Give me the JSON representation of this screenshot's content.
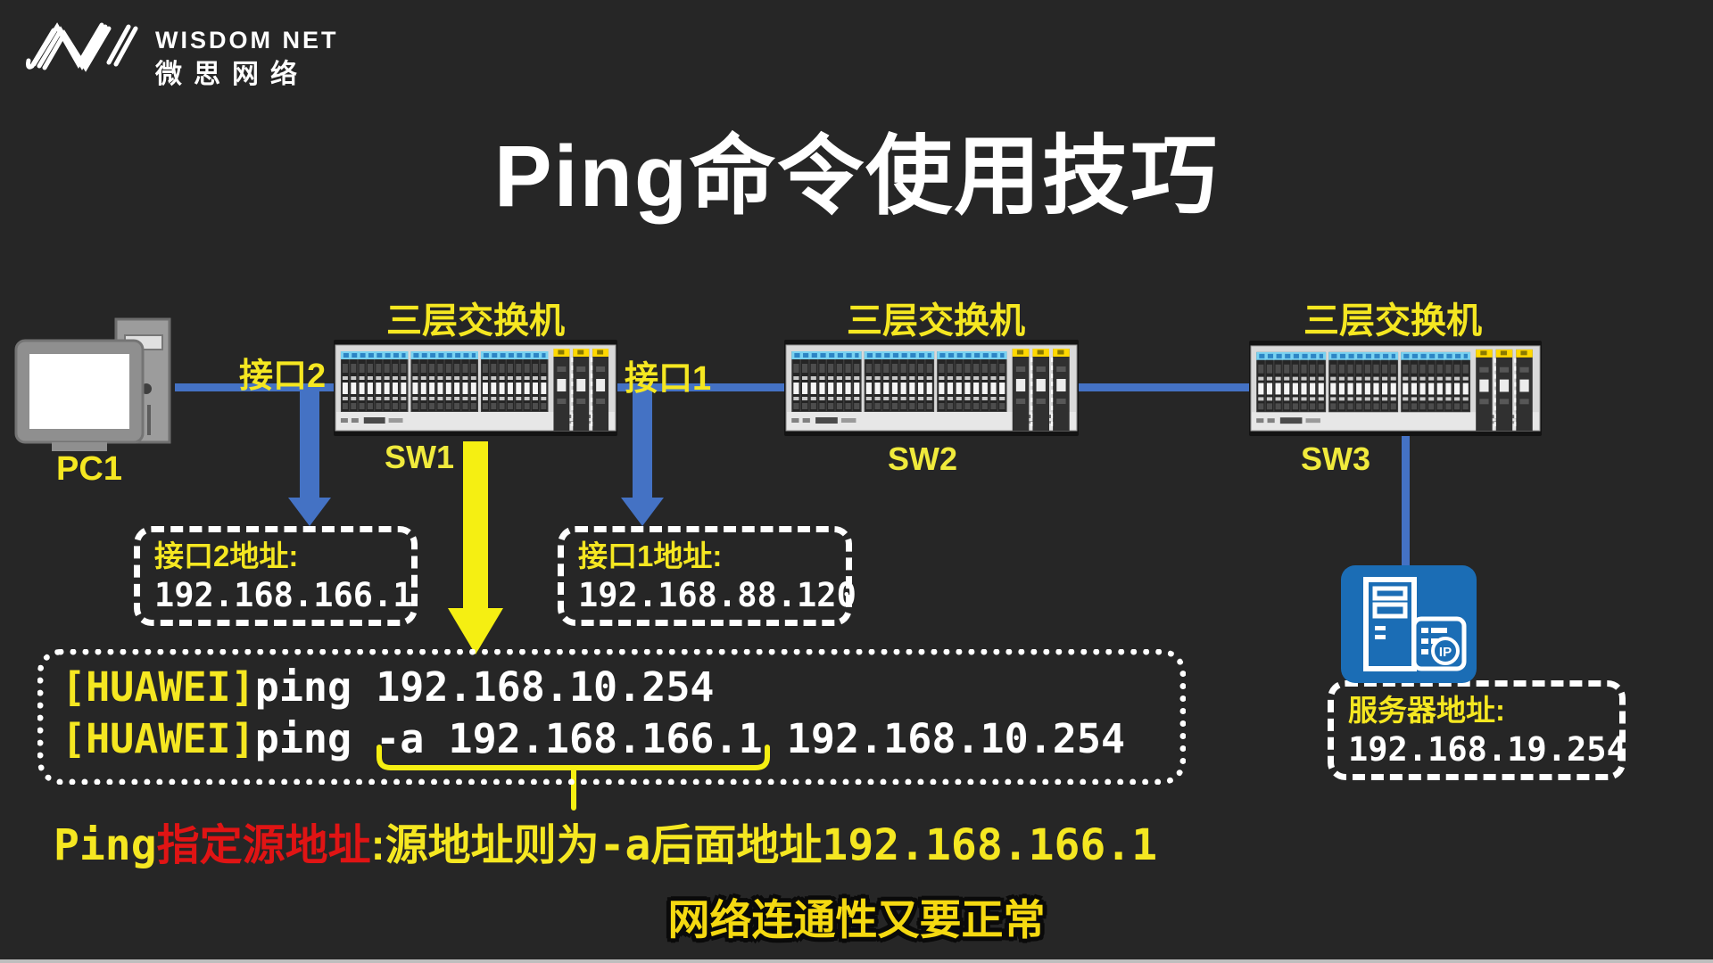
{
  "colors": {
    "background": "#262626",
    "accent_yellow": "#f5e721",
    "accent_red": "#e01414",
    "line_blue": "#4472c4",
    "server_blue": "#1b6db5",
    "text_white": "#ffffff"
  },
  "logo": {
    "brand": "WISDOM NET",
    "brand_cn": "微思网络"
  },
  "title": {
    "text": "Ping命令使用技巧"
  },
  "topology": {
    "switch_type_label": "三层交换机",
    "pc_label": "PC1",
    "port2_label": "接口2",
    "port1_label": "接口1",
    "switches": [
      {
        "name": "SW1"
      },
      {
        "name": "SW2"
      },
      {
        "name": "SW3"
      }
    ]
  },
  "address_boxes": {
    "port2": {
      "label": "接口2地址:",
      "ip": "192.168.166.1"
    },
    "port1": {
      "label": "接口1地址:",
      "ip": "192.168.88.120"
    },
    "server": {
      "label": "服务器地址:",
      "ip": "192.168.19.254"
    }
  },
  "server_icon": {
    "badge": "IP"
  },
  "command_box": {
    "line1": {
      "prompt": "[HUAWEI]",
      "command": "ping 192.168.10.254"
    },
    "line2": {
      "prompt": "[HUAWEI]",
      "pre": "ping ",
      "highlight": "-a 192.168.166.1",
      "post": " 192.168.10.254"
    }
  },
  "annotation": {
    "lead": "Ping",
    "emphasis": "指定源地址",
    "mid": ":源地址则为",
    "flag": "-a",
    "mid2": "后面地址",
    "ip": "192.168.166.1"
  },
  "subtitle": {
    "text": "网络连通性又要正常"
  }
}
